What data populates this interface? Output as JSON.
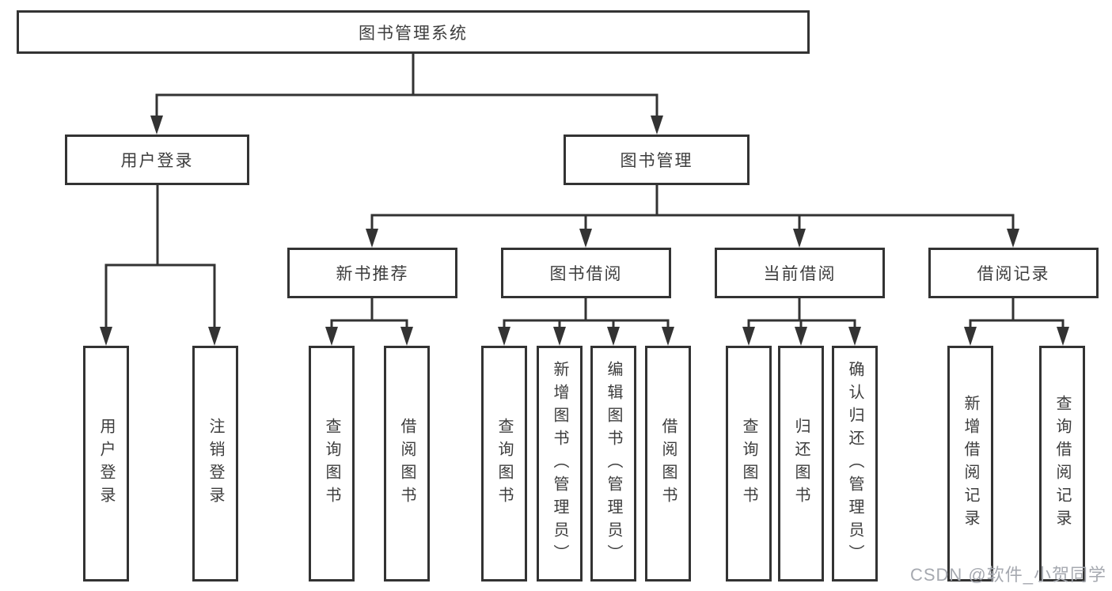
{
  "diagram": {
    "root": {
      "label": "图书管理系统"
    },
    "branches": [
      {
        "label": "用户登录",
        "children": [
          {
            "label": "用户登录"
          },
          {
            "label": "注销登录"
          }
        ]
      },
      {
        "label": "图书管理",
        "groups": [
          {
            "label": "新书推荐",
            "children": [
              {
                "label": "查询图书"
              },
              {
                "label": "借阅图书"
              }
            ]
          },
          {
            "label": "图书借阅",
            "children": [
              {
                "label": "查询图书"
              },
              {
                "label": "新增图书（管理员）"
              },
              {
                "label": "编辑图书（管理员）"
              },
              {
                "label": "借阅图书"
              }
            ]
          },
          {
            "label": "当前借阅",
            "children": [
              {
                "label": "查询图书"
              },
              {
                "label": "归还图书"
              },
              {
                "label": "确认归还（管理员）"
              }
            ]
          },
          {
            "label": "借阅记录",
            "children": [
              {
                "label": "新增借阅记录"
              },
              {
                "label": "查询借阅记录"
              }
            ]
          }
        ]
      }
    ]
  },
  "watermark": {
    "text": "CSDN @软件_小贺同学"
  },
  "colors": {
    "line": "#333333",
    "box_border": "#333333",
    "text": "#3d3d3d",
    "background": "#ffffff",
    "watermark_text": "#a6a9b0"
  }
}
